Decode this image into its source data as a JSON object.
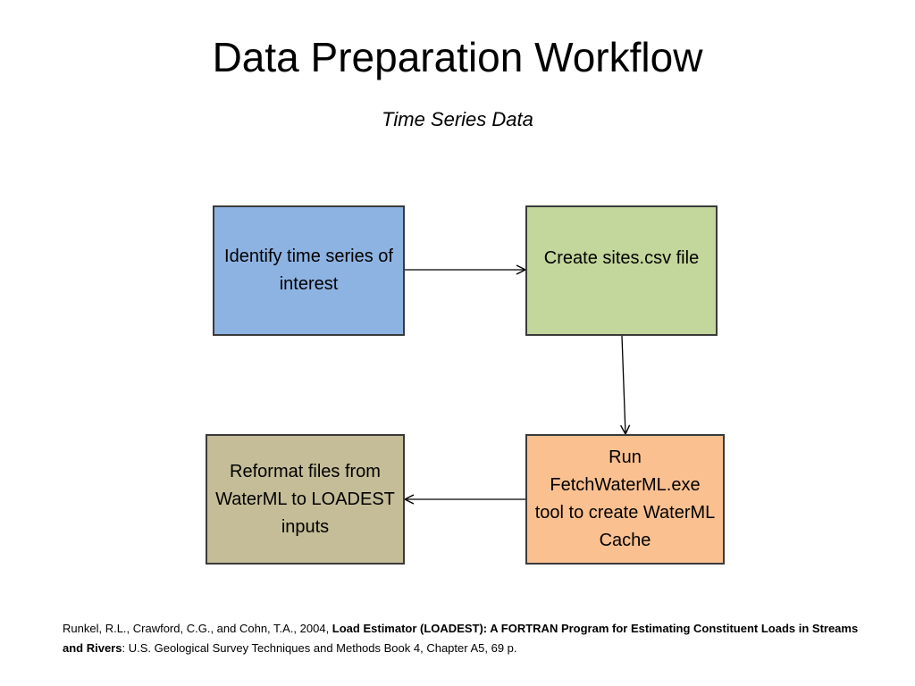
{
  "slide": {
    "title": "Data Preparation Workflow",
    "subtitle": "Time Series Data"
  },
  "steps": [
    {
      "text": "Identify time series of interest",
      "fill": "#8DB3E2"
    },
    {
      "text": "Create sites.csv file",
      "fill": "#C3D69B"
    },
    {
      "text": "Run FetchWaterML.exe tool to create WaterML Cache",
      "fill": "#FAC090"
    },
    {
      "text": "Reformat files from WaterML to LOADEST inputs",
      "fill": "#C4BD97"
    }
  ],
  "flow": [
    {
      "from": "Identify time series of interest",
      "to": "Create sites.csv file"
    },
    {
      "from": "Create sites.csv file",
      "to": "Run FetchWaterML.exe tool to create WaterML Cache"
    },
    {
      "from": "Run FetchWaterML.exe tool to create WaterML Cache",
      "to": "Reformat files from WaterML to LOADEST inputs"
    }
  ],
  "citation": {
    "authors": "Runkel, R.L., Crawford, C.G., and Cohn, T.A., 2004, ",
    "title": "Load Estimator (LOADEST): A FORTRAN Program for Estimating Constituent Loads in Streams and Rivers",
    "rest": ": U.S. Geological Survey Techniques and Methods Book 4, Chapter A5, 69 p."
  }
}
